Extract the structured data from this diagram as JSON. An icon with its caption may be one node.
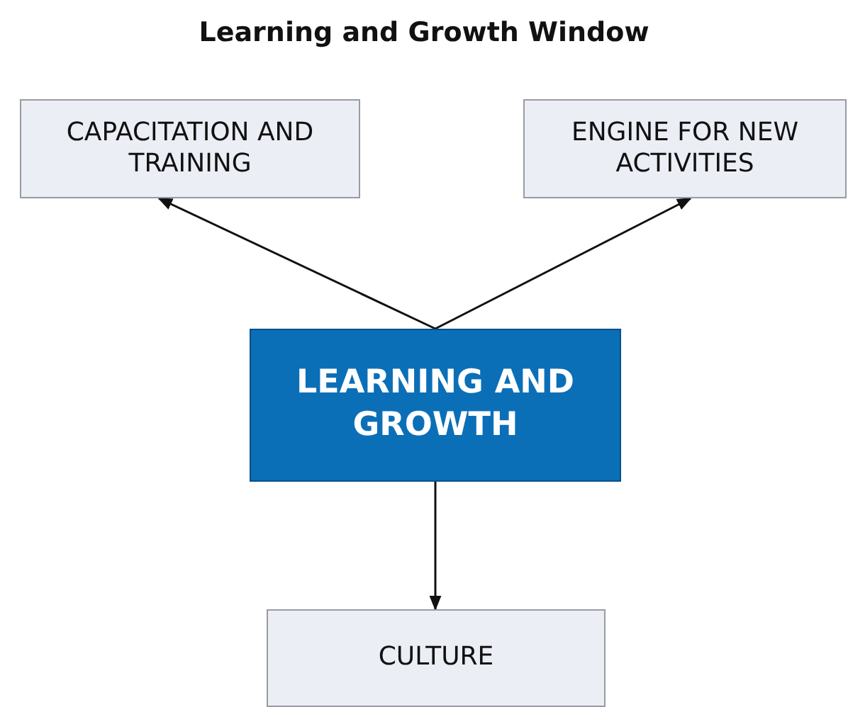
{
  "diagram": {
    "title": "Learning and Growth Window",
    "nodes": [
      {
        "text": [
          "CAPACITATION AND TRAINING"
        ]
      },
      {
        "text": [
          "ENGINE FOR NEW ACTIVITIES"
        ]
      },
      {
        "text": [
          "LEARNING AND GROWTH"
        ]
      },
      {
        "text": [
          "CULTURE"
        ]
      }
    ],
    "edges": [
      {
        "from": 2,
        "to": 0,
        "arrow": "to"
      },
      {
        "from": 2,
        "to": 1,
        "arrow": "to"
      },
      {
        "from": 2,
        "to": 3,
        "arrow": "to"
      }
    ]
  }
}
